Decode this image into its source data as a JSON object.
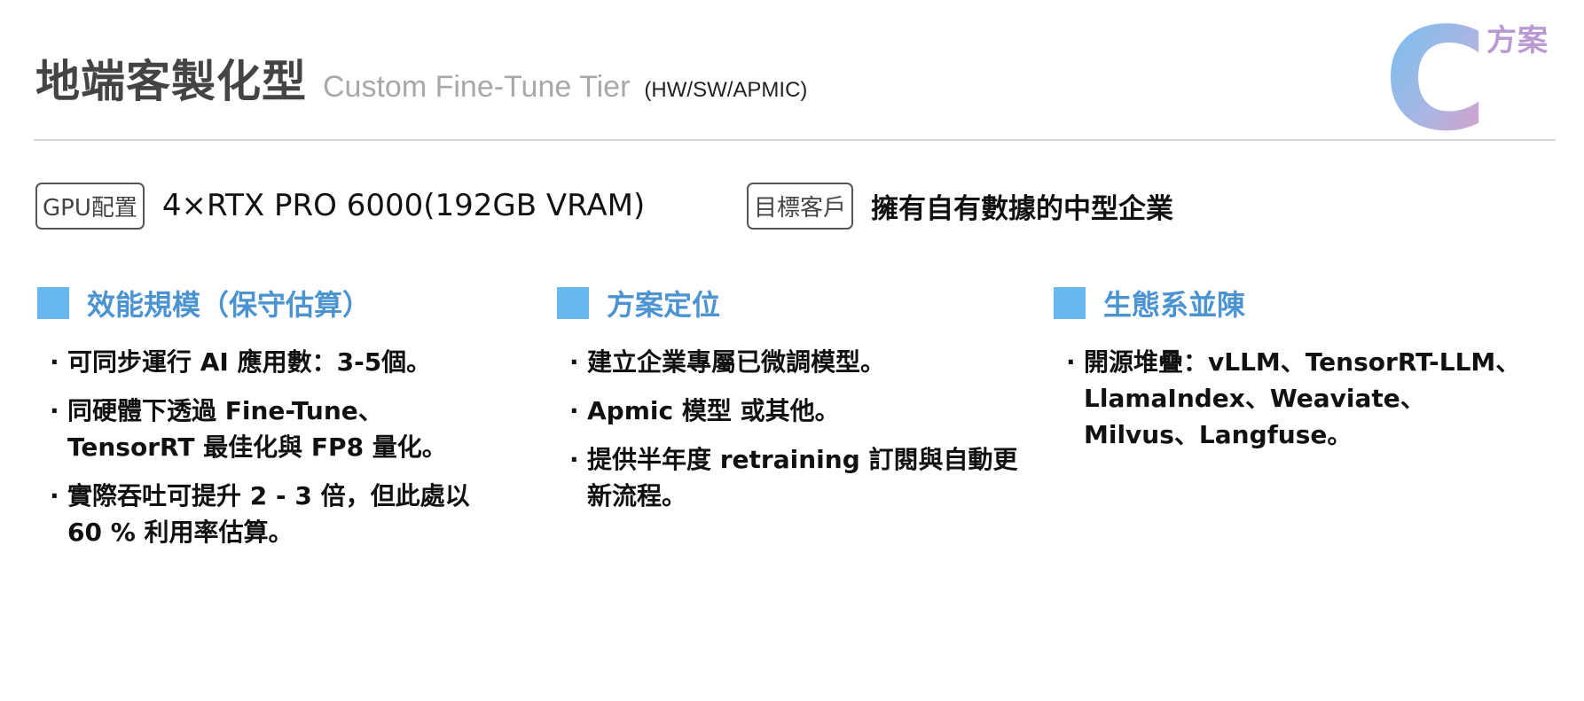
{
  "header": {
    "title_zh": "地端客製化型",
    "title_en": "Custom Fine-Tune Tier",
    "title_tag": "(HW/SW/APMIC)"
  },
  "logo": {
    "letter": "C",
    "word": "方案"
  },
  "info": {
    "gpu_badge": "GPU配置",
    "gpu_value": "4×RTX PRO 6000(192GB VRAM)",
    "target_badge": "目標客戶",
    "target_value": "擁有自有數據的中型企業"
  },
  "columns": [
    {
      "title": "效能規模（保守估算）",
      "bullets": [
        "可同步運行 AI 應用數：3-5個。",
        "同硬體下透過 Fine-Tune、TensorRT 最佳化與 FP8 量化。",
        "實際吞吐可提升 2 - 3 倍，但此處以 60 % 利用率估算。"
      ]
    },
    {
      "title": "方案定位",
      "bullets": [
        "建立企業專屬已微調模型。",
        "Apmic 模型 或其他。",
        "提供半年度 retraining 訂閱與自動更新流程。"
      ]
    },
    {
      "title": "生態系並陳",
      "bullets": [
        "開源堆疊：vLLM、TensorRT-LLM、LlamaIndex、Weaviate、Milvus、Langfuse。"
      ]
    }
  ],
  "colors": {
    "accent_blue": "#66b9ee",
    "heading_blue": "#4b93d1",
    "logo_pink": "#d99ac0"
  }
}
